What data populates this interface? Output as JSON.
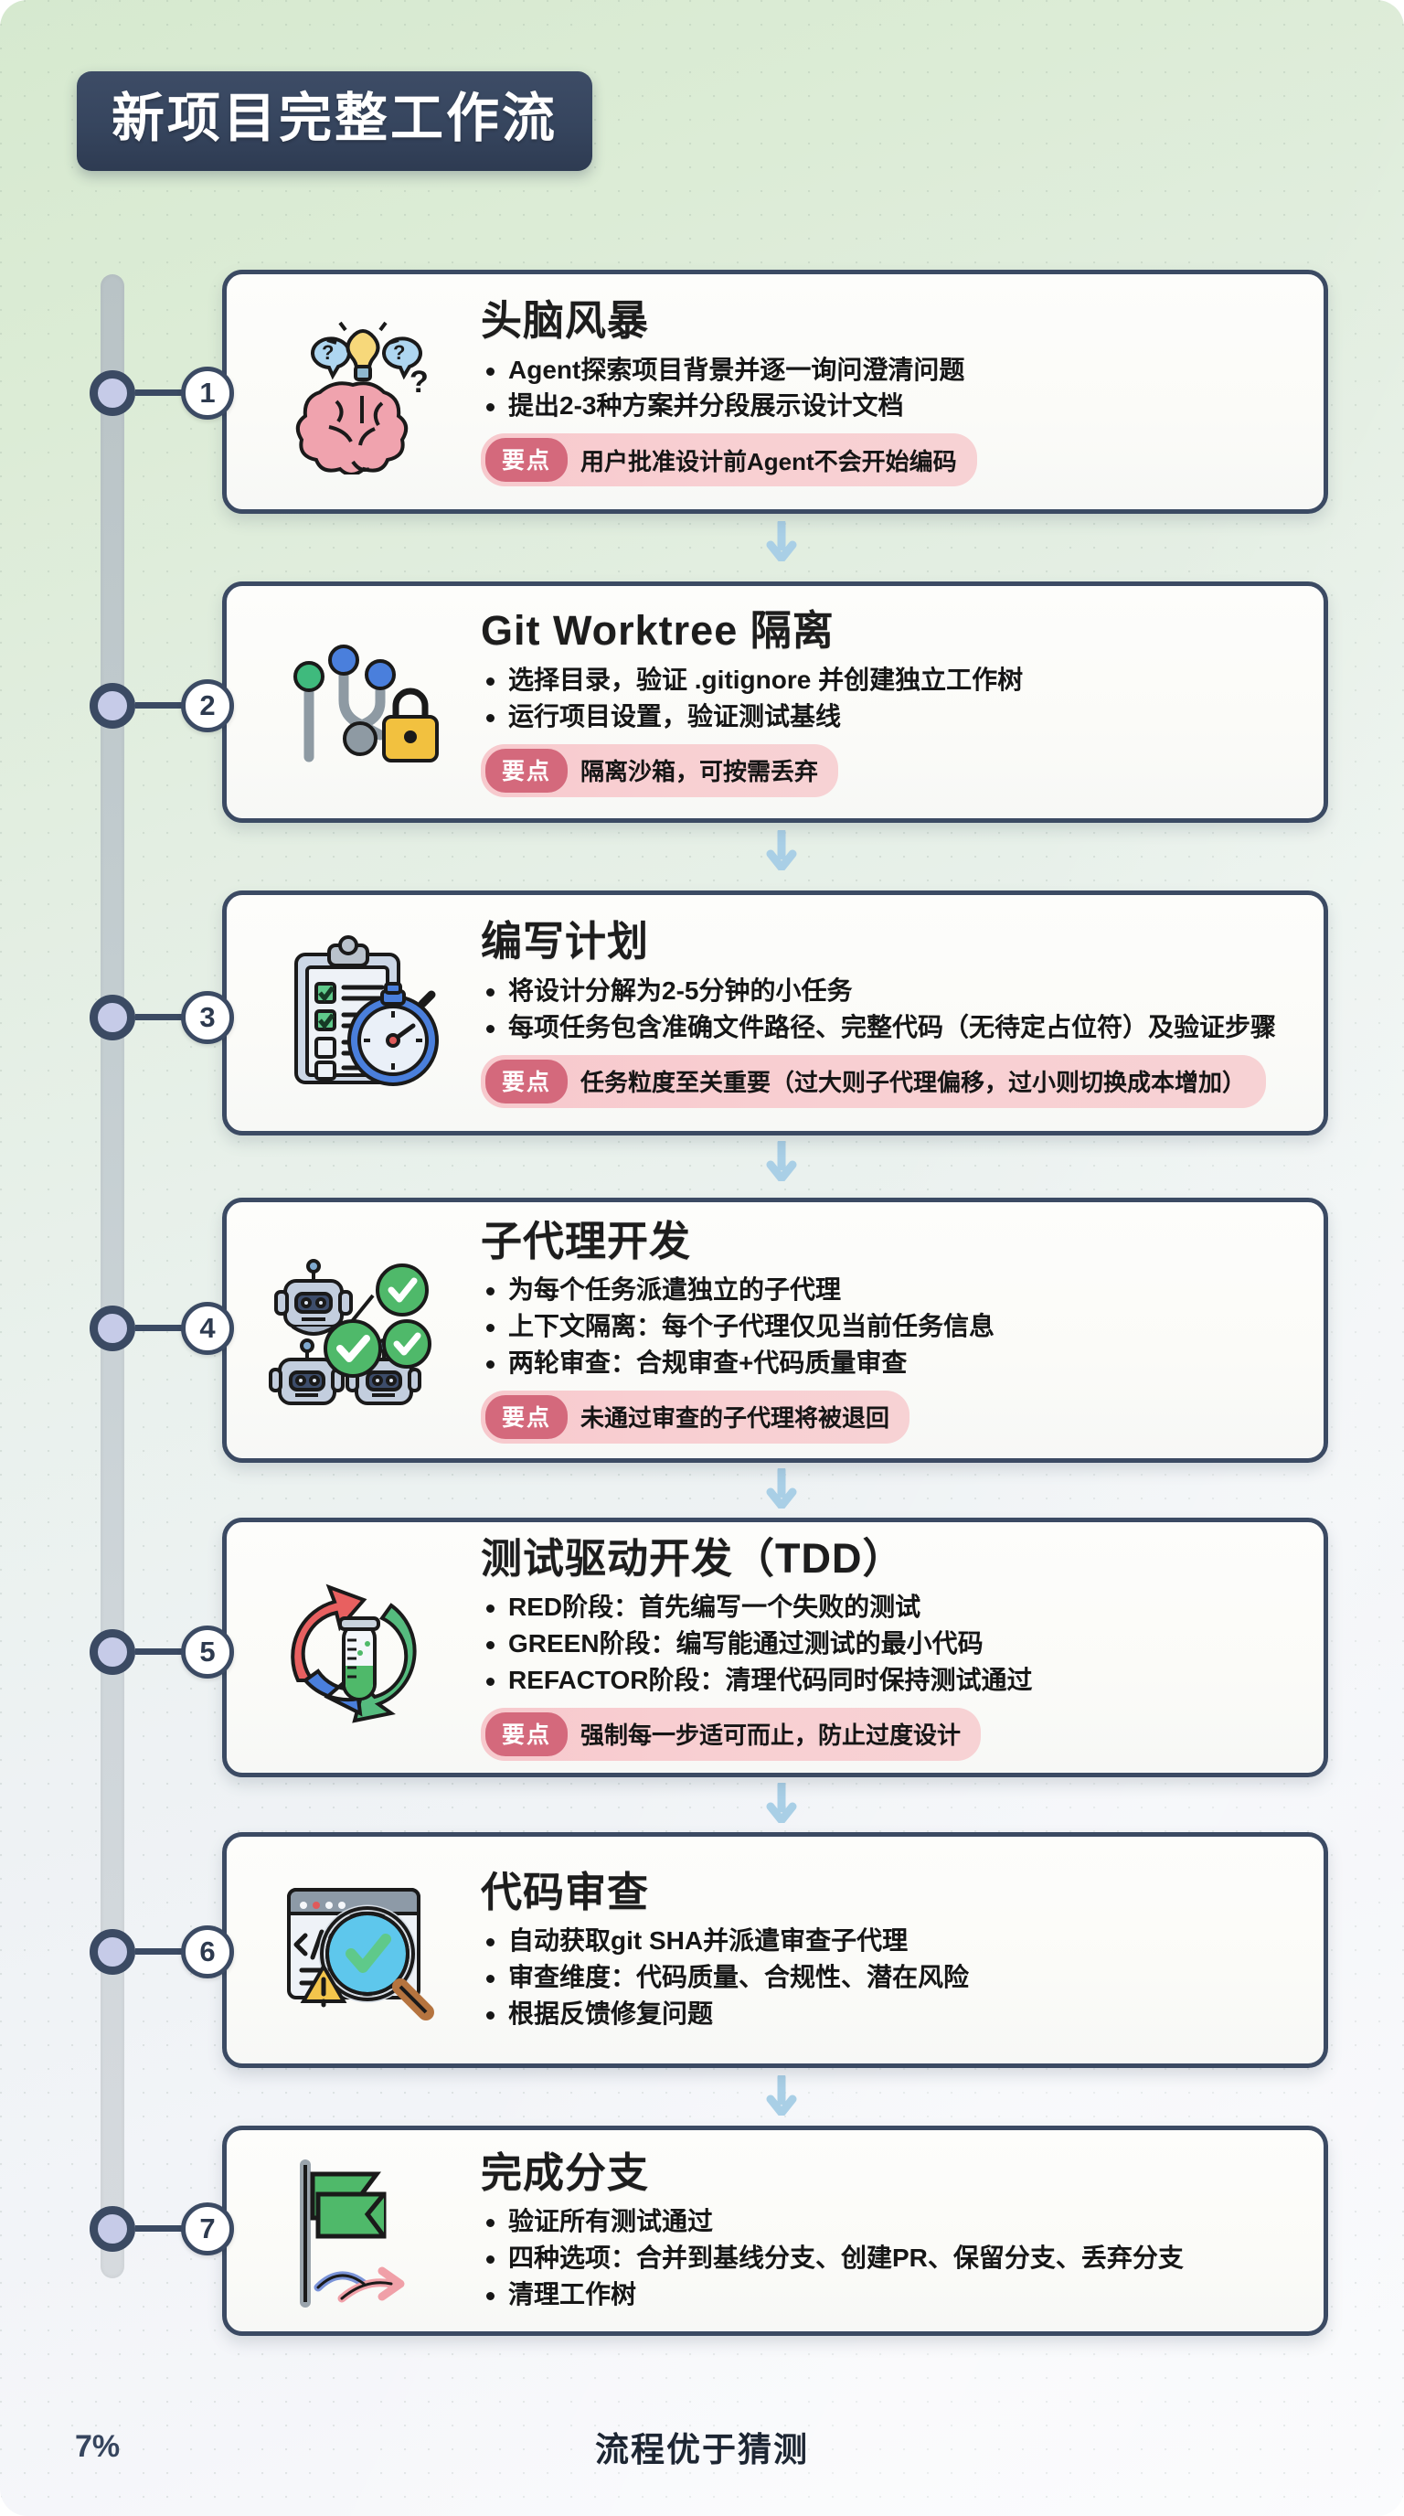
{
  "header": {
    "title": "新项目完整工作流"
  },
  "keypoint_label": "要点",
  "steps": [
    {
      "number": "1",
      "icon": "brainstorm-brain-icon",
      "title": "头脑风暴",
      "bullets": [
        "Agent探索项目背景并逐一询问澄清问题",
        "提出2-3种方案并分段展示设计文档"
      ],
      "keypoint": "用户批准设计前Agent不会开始编码"
    },
    {
      "number": "2",
      "icon": "git-branch-lock-icon",
      "title": "Git Worktree 隔离",
      "bullets": [
        "选择目录，验证 .gitignore 并创建独立工作树",
        "运行项目设置，验证测试基线"
      ],
      "keypoint": "隔离沙箱，可按需丢弃"
    },
    {
      "number": "3",
      "icon": "clipboard-stopwatch-icon",
      "title": "编写计划",
      "bullets": [
        "将设计分解为2-5分钟的小任务",
        "每项任务包含准确文件路径、完整代码（无待定占位符）及验证步骤"
      ],
      "keypoint": "任务粒度至关重要（过大则子代理偏移，过小则切换成本增加）"
    },
    {
      "number": "4",
      "icon": "robots-checkmarks-icon",
      "title": "子代理开发",
      "bullets": [
        "为每个任务派遣独立的子代理",
        "上下文隔离：每个子代理仅见当前任务信息",
        "两轮审查：合规审查+代码质量审查"
      ],
      "keypoint": "未通过审查的子代理将被退回"
    },
    {
      "number": "5",
      "icon": "tdd-cycle-testtube-icon",
      "title": "测试驱动开发（TDD）",
      "bullets": [
        "RED阶段：首先编写一个失败的测试",
        "GREEN阶段：编写能通过测试的最小代码",
        "REFACTOR阶段：清理代码同时保持测试通过"
      ],
      "keypoint": "强制每一步适可而止，防止过度设计"
    },
    {
      "number": "6",
      "icon": "code-review-magnifier-icon",
      "title": "代码审查",
      "bullets": [
        "自动获取git SHA并派遣审查子代理",
        "审查维度：代码质量、合规性、潜在风险",
        "根据反馈修复问题"
      ],
      "keypoint": ""
    },
    {
      "number": "7",
      "icon": "finish-flag-merge-icon",
      "title": "完成分支",
      "bullets": [
        "验证所有测试通过",
        "四种选项：合并到基线分支、创建PR、保留分支、丢弃分支",
        "清理工作树"
      ],
      "keypoint": ""
    }
  ],
  "footer": {
    "percent": "7%",
    "tagline": "流程优于猜测"
  },
  "colors": {
    "navy": "#3b4a63",
    "keypoint_pill": "#d4697c",
    "keypoint_bg": "#f7cfd2",
    "node_fill": "#c6cbe8",
    "rail": "#c3cdd0",
    "arrow": "#9fc6e0"
  }
}
